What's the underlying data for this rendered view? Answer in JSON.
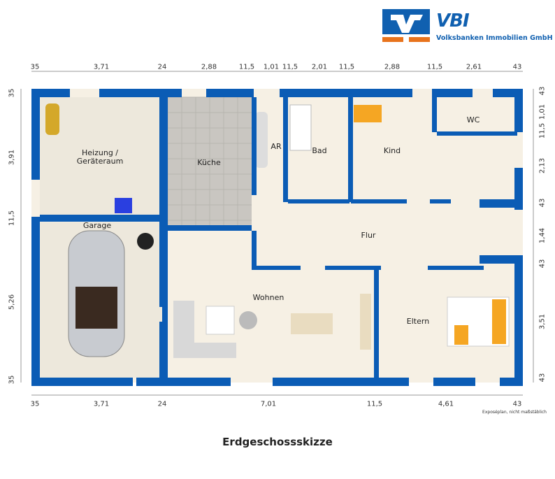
{
  "logo": {
    "brand": "VBI",
    "company": "Volksbanken Immobilien GmbH"
  },
  "rooms": [
    {
      "name": "Heizung /\nGeräteraum"
    },
    {
      "name": "Küche"
    },
    {
      "name": "AR"
    },
    {
      "name": "Bad"
    },
    {
      "name": "Kind"
    },
    {
      "name": "WC"
    },
    {
      "name": "Garage"
    },
    {
      "name": "Flur"
    },
    {
      "name": "Wohnen"
    },
    {
      "name": "Eltern"
    }
  ],
  "dimensions": {
    "top": [
      "35",
      "3,71",
      "24",
      "2,88",
      "11,5",
      "1,01",
      "11,5",
      "2,01",
      "11,5",
      "2,88",
      "11,5",
      "2,61",
      "43"
    ],
    "bottom": [
      "35",
      "3,71",
      "24",
      "7,01",
      "11,5",
      "4,61",
      "43"
    ],
    "left": [
      "35",
      "3,91",
      "11,5",
      "5,26",
      "35"
    ],
    "right": [
      "43",
      "1,01",
      "11,5",
      "2,13",
      "43",
      "1,44",
      "43",
      "3,51",
      "43"
    ]
  },
  "colors": {
    "wall": "#0b5cb5",
    "floor": "#f6f0e4",
    "tile": "#c9c6c1",
    "accent": "#f5a623",
    "logo_orange": "#e8731c"
  },
  "note": "Exposéplan, nicht maßstäblich",
  "title": "Erdgeschossskizze"
}
